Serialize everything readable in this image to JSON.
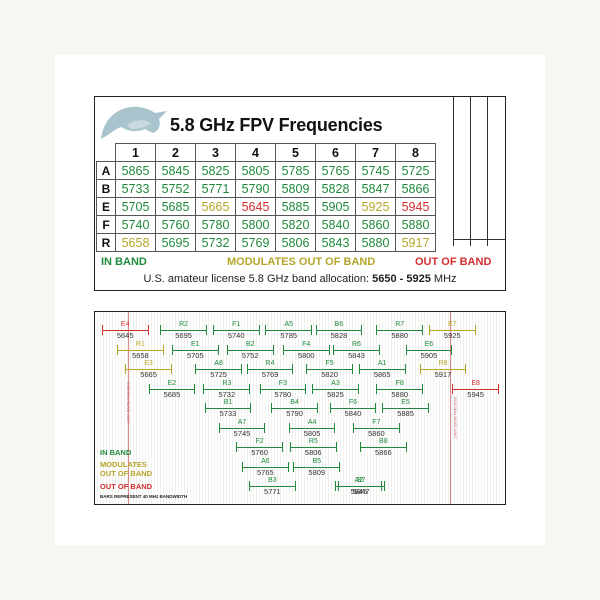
{
  "card1": {
    "title": "5.8 GHz FPV Frequencies",
    "columns": [
      "1",
      "2",
      "3",
      "4",
      "5",
      "6",
      "7",
      "8"
    ],
    "rows": [
      {
        "label": "A",
        "values": [
          "5865",
          "5845",
          "5825",
          "5805",
          "5785",
          "5765",
          "5745",
          "5725"
        ],
        "status": [
          "in",
          "in",
          "in",
          "in",
          "in",
          "in",
          "in",
          "in"
        ]
      },
      {
        "label": "B",
        "values": [
          "5733",
          "5752",
          "5771",
          "5790",
          "5809",
          "5828",
          "5847",
          "5866"
        ],
        "status": [
          "in",
          "in",
          "in",
          "in",
          "in",
          "in",
          "in",
          "in"
        ]
      },
      {
        "label": "E",
        "values": [
          "5705",
          "5685",
          "5665",
          "5645",
          "5885",
          "5905",
          "5925",
          "5945"
        ],
        "status": [
          "in",
          "in",
          "mod",
          "out",
          "in",
          "in",
          "mod",
          "out"
        ]
      },
      {
        "label": "F",
        "values": [
          "5740",
          "5760",
          "5780",
          "5800",
          "5820",
          "5840",
          "5860",
          "5880"
        ],
        "status": [
          "in",
          "in",
          "in",
          "in",
          "in",
          "in",
          "in",
          "in"
        ]
      },
      {
        "label": "R",
        "values": [
          "5658",
          "5695",
          "5732",
          "5769",
          "5806",
          "5843",
          "5880",
          "5917"
        ],
        "status": [
          "mod",
          "in",
          "in",
          "in",
          "in",
          "in",
          "in",
          "mod"
        ]
      }
    ],
    "legend": {
      "in": "IN BAND",
      "mod": "MODULATES OUT OF BAND",
      "out": "OUT OF BAND"
    },
    "note_prefix": "U.S. amateur license 5.8 GHz band allocation: ",
    "note_range": "5650 - 5925",
    "note_unit": " MHz"
  },
  "card2": {
    "bars": [
      {
        "ch": "E4",
        "f": "5645",
        "s": "out"
      },
      {
        "ch": "R1",
        "f": "5658",
        "s": "mod"
      },
      {
        "ch": "E3",
        "f": "5665",
        "s": "mod"
      },
      {
        "ch": "E2",
        "f": "5685",
        "s": "in"
      },
      {
        "ch": "R2",
        "f": "5695",
        "s": "in"
      },
      {
        "ch": "E1",
        "f": "5705",
        "s": "in"
      },
      {
        "ch": "A8",
        "f": "5725",
        "s": "in"
      },
      {
        "ch": "R3",
        "f": "5732",
        "s": "in"
      },
      {
        "ch": "B1",
        "f": "5733",
        "s": "in"
      },
      {
        "ch": "F1",
        "f": "5740",
        "s": "in"
      },
      {
        "ch": "A7",
        "f": "5745",
        "s": "in"
      },
      {
        "ch": "B2",
        "f": "5752",
        "s": "in"
      },
      {
        "ch": "F2",
        "f": "5760",
        "s": "in"
      },
      {
        "ch": "A6",
        "f": "5765",
        "s": "in"
      },
      {
        "ch": "R4",
        "f": "5769",
        "s": "in"
      },
      {
        "ch": "B3",
        "f": "5771",
        "s": "in"
      },
      {
        "ch": "F3",
        "f": "5780",
        "s": "in"
      },
      {
        "ch": "A5",
        "f": "5785",
        "s": "in"
      },
      {
        "ch": "B4",
        "f": "5790",
        "s": "in"
      },
      {
        "ch": "F4",
        "f": "5800",
        "s": "in"
      },
      {
        "ch": "A4",
        "f": "5805",
        "s": "in"
      },
      {
        "ch": "R5",
        "f": "5806",
        "s": "in"
      },
      {
        "ch": "B5",
        "f": "5809",
        "s": "in"
      },
      {
        "ch": "F5",
        "f": "5820",
        "s": "in"
      },
      {
        "ch": "A3",
        "f": "5825",
        "s": "in"
      },
      {
        "ch": "B6",
        "f": "5828",
        "s": "in"
      },
      {
        "ch": "F6",
        "f": "5840",
        "s": "in"
      },
      {
        "ch": "R6",
        "f": "5843",
        "s": "in"
      },
      {
        "ch": "A2",
        "f": "5845",
        "s": "in"
      },
      {
        "ch": "B7",
        "f": "5847",
        "s": "in"
      },
      {
        "ch": "F7",
        "f": "5860",
        "s": "in"
      },
      {
        "ch": "A1",
        "f": "5865",
        "s": "in"
      },
      {
        "ch": "B8",
        "f": "5866",
        "s": "in"
      },
      {
        "ch": "R7",
        "f": "5880",
        "s": "in"
      },
      {
        "ch": "F8",
        "f": "5880",
        "s": "in"
      },
      {
        "ch": "E5",
        "f": "5885",
        "s": "in"
      },
      {
        "ch": "E6",
        "f": "5905",
        "s": "in"
      },
      {
        "ch": "R8",
        "f": "5917",
        "s": "mod"
      },
      {
        "ch": "E7",
        "f": "5925",
        "s": "mod"
      },
      {
        "ch": "E8",
        "f": "5945",
        "s": "out"
      }
    ],
    "low_limit": "5650 MHz BAND LIMIT",
    "high_limit": "5925 MHz BAND LIMIT",
    "legend": {
      "in": "IN BAND",
      "mod": "MODULATES OUT OF BAND",
      "out": "OUT OF BAND"
    },
    "footnote": "BARS REPRESENT 40 MHz BANDWIDTH"
  },
  "colors": {
    "in": "#1f8a3c",
    "mod": "#b5a62a",
    "out": "#d32f2f"
  }
}
